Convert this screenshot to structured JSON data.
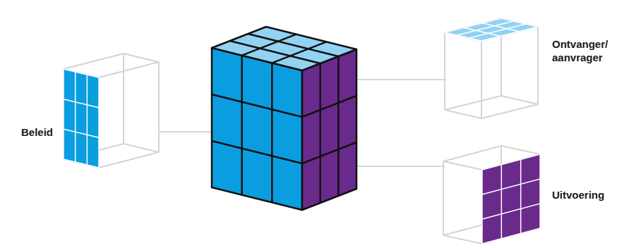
{
  "diagram": {
    "labels": [
      "Beleid",
      "Ontvanger/ aanvrager",
      "Uitvoering"
    ]
  }
}
